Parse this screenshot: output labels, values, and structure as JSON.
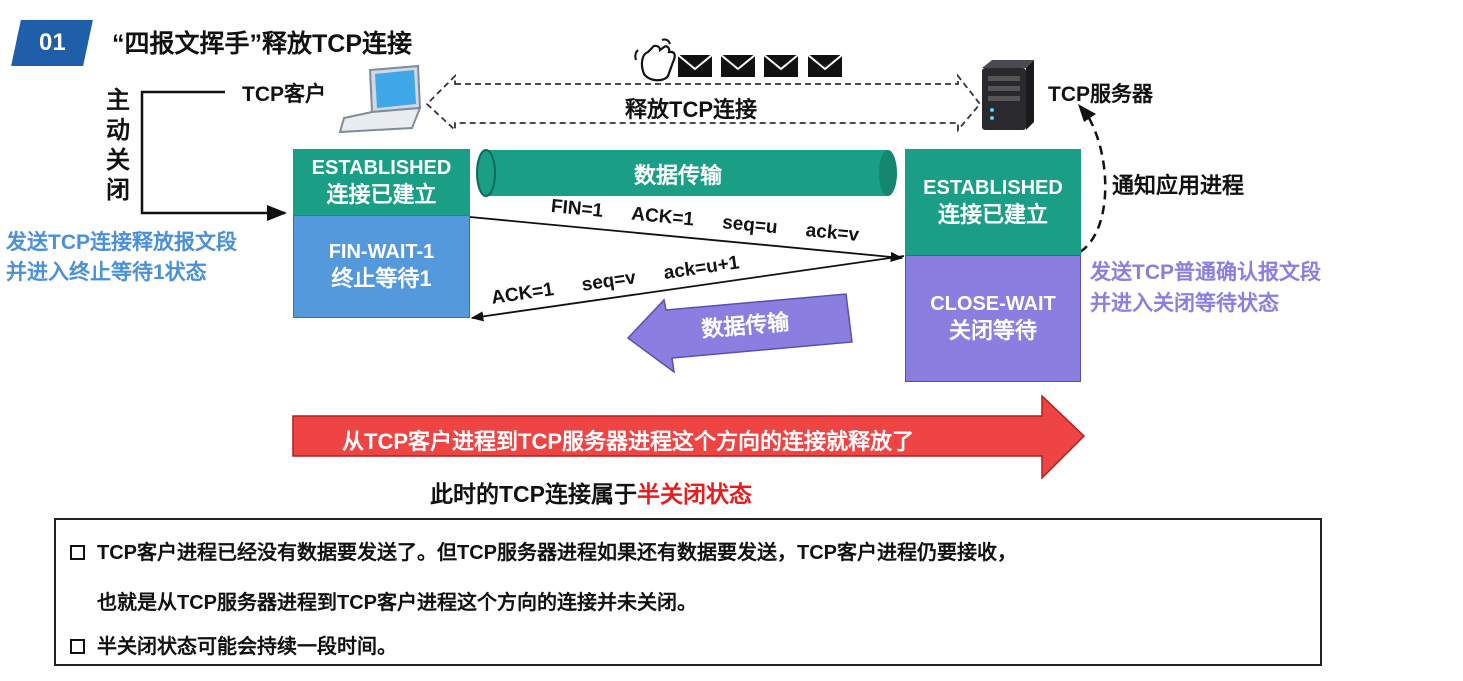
{
  "header": {
    "badge": "01",
    "title": "“四报文挥手”释放TCP连接"
  },
  "client": {
    "label": "TCP客户",
    "active_close": "主动关闭",
    "action_line1": "发送TCP连接释放报文段",
    "action_line2": "并进入终止等待1状态",
    "state_established_en": "ESTABLISHED",
    "state_established_cn": "连接已建立",
    "state_finwait_en": "FIN-WAIT-1",
    "state_finwait_cn": "终止等待1"
  },
  "server": {
    "label": "TCP服务器",
    "notify": "通知应用进程",
    "action_line1": "发送TCP普通确认报文段",
    "action_line2": "并进入关闭等待状态",
    "state_established_en": "ESTABLISHED",
    "state_established_cn": "连接已建立",
    "state_closewait_en": "CLOSE-WAIT",
    "state_closewait_cn": "关闭等待"
  },
  "connection": {
    "release_label": "释放TCP连接",
    "data_transfer": "数据传输",
    "data_transfer_back": "数据传输"
  },
  "segments": {
    "fin": {
      "fin": "FIN=1",
      "ack": "ACK=1",
      "seq": "seq=u",
      "ackno": "ack=v"
    },
    "ack": {
      "ack": "ACK=1",
      "seq": "seq=v",
      "ackno": "ack=u+1"
    }
  },
  "summary": {
    "arrow_text": "从TCP客户进程到TCP服务器进程这个方向的连接就释放了",
    "half_prefix": "此时的TCP连接属于",
    "half_highlight": "半关闭状态"
  },
  "notes": {
    "line1": "TCP客户进程已经没有数据要发送了。但TCP服务器进程如果还有数据要发送，TCP客户进程仍要接收，",
    "line2": "也就是从TCP服务器进程到TCP客户进程这个方向的连接并未关闭。",
    "line3": "半关闭状态可能会持续一段时间。"
  },
  "colors": {
    "badge": "#1f5ea8",
    "teal": "#1a9e86",
    "blue": "#5599dd",
    "purple": "#8a7fe0",
    "client_text": "#4a90d9",
    "server_text": "#8a7fe0",
    "red_arrow": "#ee4444",
    "highlight": "#e81c1c"
  }
}
